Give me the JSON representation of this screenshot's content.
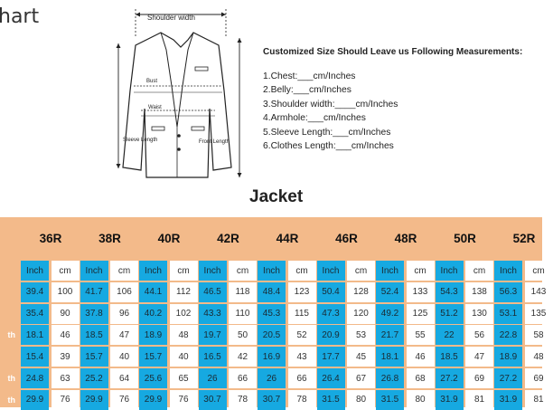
{
  "header": {
    "title": "hart"
  },
  "diagram": {
    "shoulder_width": "Shoulder width",
    "bust": "Bust",
    "waist": "Waist",
    "sleeve_length": "Sleeve Length",
    "front_length": "Front Length"
  },
  "instructions": {
    "heading": "Customized Size Should Leave us Following Measurements:",
    "lines": [
      "1.Chest:___cm/Inches",
      "2.Belly:___cm/Inches",
      "3.Shoulder width:____cm/Inches",
      "4.Armhole:___cm/Inches",
      "5.Sleeve Length:___cm/Inches",
      "6.Clothes Length:___cm/Inches"
    ]
  },
  "table": {
    "title": "Jacket",
    "sizes": [
      "36R",
      "38R",
      "40R",
      "42R",
      "44R",
      "46R",
      "48R",
      "50R",
      "52R"
    ],
    "unit_labels": {
      "inch": "Inch",
      "cm": "cm"
    },
    "row_labels": [
      "",
      "",
      "th",
      "",
      "th",
      "th"
    ],
    "rows": [
      [
        [
          "39.4",
          "100"
        ],
        [
          "41.7",
          "106"
        ],
        [
          "44.1",
          "112"
        ],
        [
          "46.5",
          "118"
        ],
        [
          "48.4",
          "123"
        ],
        [
          "50.4",
          "128"
        ],
        [
          "52.4",
          "133"
        ],
        [
          "54.3",
          "138"
        ],
        [
          "56.3",
          "143"
        ]
      ],
      [
        [
          "35.4",
          "90"
        ],
        [
          "37.8",
          "96"
        ],
        [
          "40.2",
          "102"
        ],
        [
          "43.3",
          "110"
        ],
        [
          "45.3",
          "115"
        ],
        [
          "47.3",
          "120"
        ],
        [
          "49.2",
          "125"
        ],
        [
          "51.2",
          "130"
        ],
        [
          "53.1",
          "135"
        ]
      ],
      [
        [
          "18.1",
          "46"
        ],
        [
          "18.5",
          "47"
        ],
        [
          "18.9",
          "48"
        ],
        [
          "19.7",
          "50"
        ],
        [
          "20.5",
          "52"
        ],
        [
          "20.9",
          "53"
        ],
        [
          "21.7",
          "55"
        ],
        [
          "22",
          "56"
        ],
        [
          "22.8",
          "58"
        ]
      ],
      [
        [
          "15.4",
          "39"
        ],
        [
          "15.7",
          "40"
        ],
        [
          "15.7",
          "40"
        ],
        [
          "16.5",
          "42"
        ],
        [
          "16.9",
          "43"
        ],
        [
          "17.7",
          "45"
        ],
        [
          "18.1",
          "46"
        ],
        [
          "18.5",
          "47"
        ],
        [
          "18.9",
          "48"
        ]
      ],
      [
        [
          "24.8",
          "63"
        ],
        [
          "25.2",
          "64"
        ],
        [
          "25.6",
          "65"
        ],
        [
          "26",
          "66"
        ],
        [
          "26",
          "66"
        ],
        [
          "26.4",
          "67"
        ],
        [
          "26.8",
          "68"
        ],
        [
          "27.2",
          "69"
        ],
        [
          "27.2",
          "69"
        ]
      ],
      [
        [
          "29.9",
          "76"
        ],
        [
          "29.9",
          "76"
        ],
        [
          "29.9",
          "76"
        ],
        [
          "30.7",
          "78"
        ],
        [
          "30.7",
          "78"
        ],
        [
          "31.5",
          "80"
        ],
        [
          "31.5",
          "80"
        ],
        [
          "31.9",
          "81"
        ],
        [
          "31.9",
          "81"
        ]
      ]
    ]
  }
}
